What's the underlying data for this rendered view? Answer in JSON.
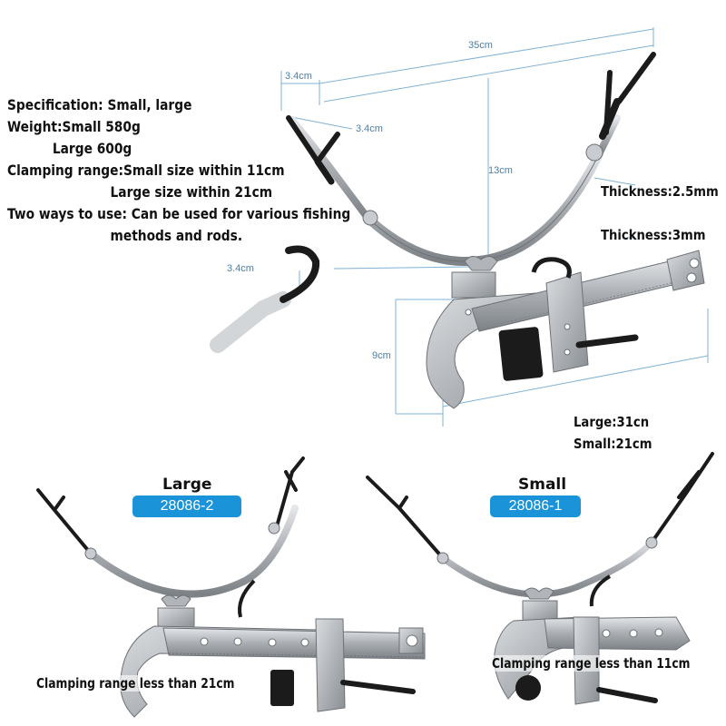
{
  "specs": {
    "line1": "Specification: Small, large",
    "line2": "Weight:Small 580g",
    "line3": "Large 600g",
    "line4": "Clamping range:Small size within 11cm",
    "line5": "Large size within 21cm",
    "line6": "Two ways to use: Can be used for various fishing",
    "line7": "methods and rods."
  },
  "dimensions": {
    "width_35": "35cm",
    "arm_gap_top": "3.4cm",
    "arm_gap_right": "3.4cm",
    "hook_width": "3.4cm",
    "height_13": "13cm",
    "height_9": "9cm",
    "thickness_arm": "Thickness:2.5mm",
    "thickness_bar": "Thickness:3mm",
    "length_large": "Large:31cn",
    "length_small": "Small:21cm"
  },
  "variants": {
    "large": {
      "title": "Large",
      "code": "28086-2",
      "range": "Clamping range less than 21cm"
    },
    "small": {
      "title": "Small",
      "code": "28086-1",
      "range": "Clamping range less than 11cm"
    }
  },
  "colors": {
    "badge": "#1a93d8",
    "dimension_line": "#7fb2d6",
    "metal": "#b9bdc2",
    "grip": "#1b1b1b"
  }
}
